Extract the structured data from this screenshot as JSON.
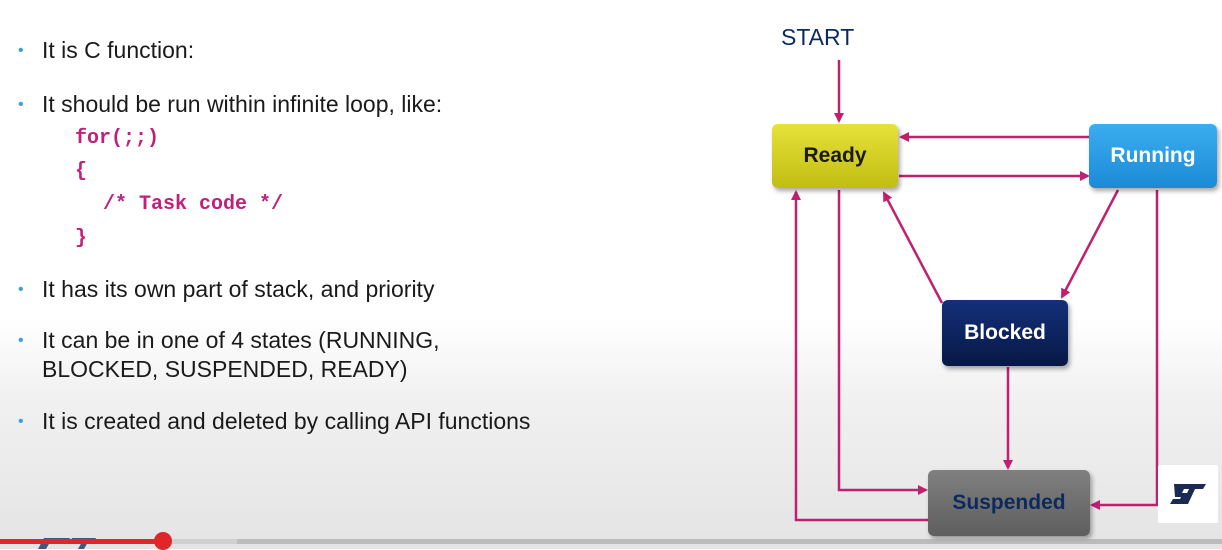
{
  "bullets": [
    {
      "text": "It is C function:"
    },
    {
      "text": "It should be run within infinite loop, like:"
    },
    {
      "text": "It has its own part of stack, and priority"
    },
    {
      "text": "It can be in one of 4 states (RUNNING,",
      "text2": "BLOCKED, SUSPENDED, READY)"
    },
    {
      "text": "It is created and deleted by calling API functions"
    }
  ],
  "code": {
    "line1": "for(;;)",
    "line2": "{",
    "line3": "/* Task code */",
    "line4": "}"
  },
  "diagram": {
    "start": "START",
    "ready": "Ready",
    "running": "Running",
    "blocked": "Blocked",
    "suspended": "Suspended"
  },
  "colors": {
    "ready": "#c8c41a",
    "running": "#2a9be0",
    "blocked": "#0b1f5a",
    "suspended": "#6e6e6e",
    "arrow": "#c0206e",
    "bullet_dot": "#3aa0d8",
    "code": "#c0207a"
  },
  "player": {
    "progress_fraction": 0.133,
    "logo_icon": "st-logo-icon"
  }
}
